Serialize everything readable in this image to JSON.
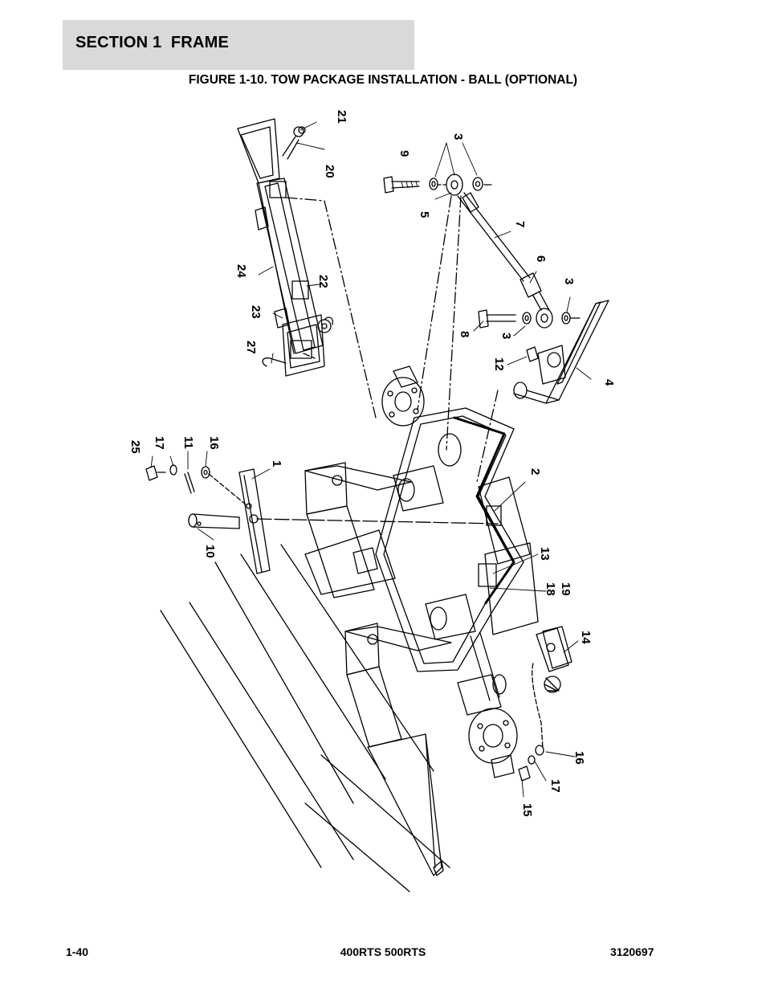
{
  "header": {
    "section_title": "SECTION 1  FRAME",
    "figure_title": "FIGURE 1-10. TOW PACKAGE INSTALLATION - BALL (OPTIONAL)"
  },
  "callouts": [
    {
      "id": "c21",
      "label": "21"
    },
    {
      "id": "c20",
      "label": "20"
    },
    {
      "id": "c9",
      "label": "9"
    },
    {
      "id": "c3a",
      "label": "3"
    },
    {
      "id": "c5",
      "label": "5"
    },
    {
      "id": "c7",
      "label": "7"
    },
    {
      "id": "c24",
      "label": "24"
    },
    {
      "id": "c22",
      "label": "22"
    },
    {
      "id": "c6",
      "label": "6"
    },
    {
      "id": "c3b",
      "label": "3"
    },
    {
      "id": "c23",
      "label": "23"
    },
    {
      "id": "c8",
      "label": "8"
    },
    {
      "id": "c3c",
      "label": "3"
    },
    {
      "id": "c27",
      "label": "27"
    },
    {
      "id": "c12",
      "label": "12"
    },
    {
      "id": "c4",
      "label": "4"
    },
    {
      "id": "c25",
      "label": "25"
    },
    {
      "id": "c17a",
      "label": "17"
    },
    {
      "id": "c11",
      "label": "11"
    },
    {
      "id": "c16a",
      "label": "16"
    },
    {
      "id": "c1",
      "label": "1"
    },
    {
      "id": "c2",
      "label": "2"
    },
    {
      "id": "c10",
      "label": "10"
    },
    {
      "id": "c13",
      "label": "13"
    },
    {
      "id": "c18",
      "label": "18"
    },
    {
      "id": "c19",
      "label": "19"
    },
    {
      "id": "c14",
      "label": "14"
    },
    {
      "id": "c16b",
      "label": "16"
    },
    {
      "id": "c17b",
      "label": "17"
    },
    {
      "id": "c15",
      "label": "15"
    }
  ],
  "footer": {
    "left": "1-40",
    "center": "400RTS 500RTS",
    "right": "3120697"
  }
}
